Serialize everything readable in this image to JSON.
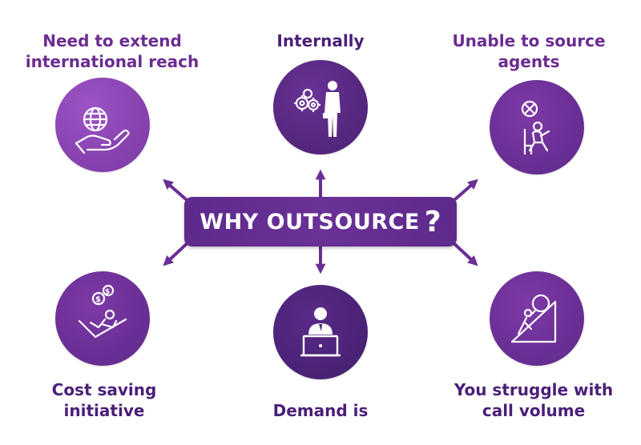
{
  "center": {
    "title": "WHY OUTSOURCE",
    "mark": "?"
  },
  "items": [
    {
      "line1": "Need to extend",
      "line2": "international reach",
      "icon": "globe-in-hand-icon"
    },
    {
      "line1": "Internally",
      "line2": "",
      "icon": "businessman-with-gears-icon"
    },
    {
      "line1": "Unable to source",
      "line2": "agents",
      "icon": "seated-agent-icon"
    },
    {
      "line1": "Cost saving",
      "line2": "initiative",
      "icon": "relaxing-person-with-coins-icon"
    },
    {
      "line1": "Demand is",
      "line2": "",
      "icon": "agent-at-laptop-icon"
    },
    {
      "line1": "You struggle with",
      "line2": "call volume",
      "icon": "person-pushing-boulder-icon"
    }
  ],
  "colors": {
    "label": "#6b2c91",
    "center_box": "#62298f",
    "circle_light": "#8a44b2",
    "circle_dark": "#4b2378",
    "arrow": "#6a2f95"
  }
}
